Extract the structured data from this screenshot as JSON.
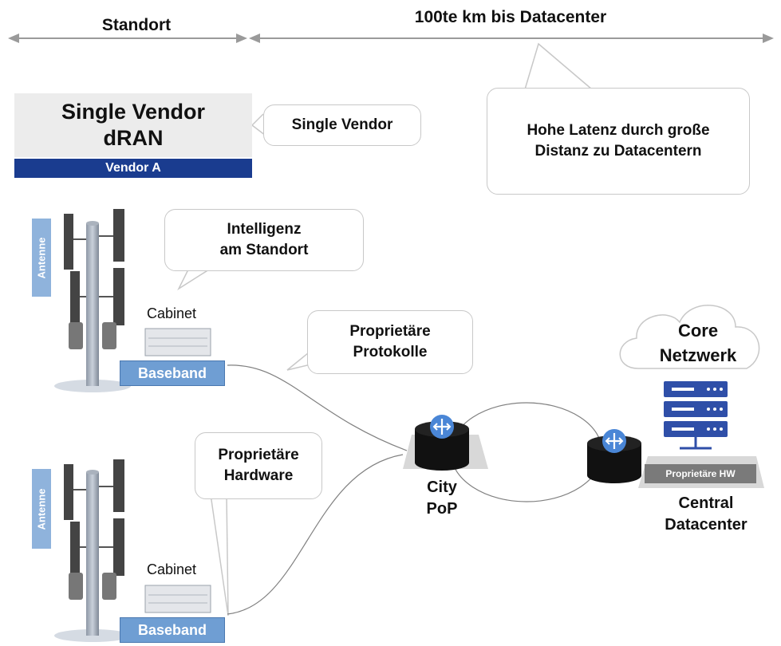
{
  "header": {
    "standort": "Standort",
    "distance": "100te km bis Datacenter"
  },
  "dran": {
    "line1": "Single Vendor",
    "line2": "dRAN",
    "vendor": "Vendor A"
  },
  "callouts": {
    "single_vendor": "Single Vendor",
    "latency_line1": "Hohe Latenz durch große",
    "latency_line2": "Distanz zu Datacentern",
    "intelligence_line1": "Intelligenz",
    "intelligence_line2": "am Standort",
    "protocols_line1": "Proprietäre",
    "protocols_line2": "Protokolle",
    "hardware_line1": "Proprietäre",
    "hardware_line2": "Hardware"
  },
  "sites": [
    {
      "antenna": "Antenne",
      "cabinet": "Cabinet",
      "baseband": "Baseband"
    },
    {
      "antenna": "Antenne",
      "cabinet": "Cabinet",
      "baseband": "Baseband"
    }
  ],
  "city_pop": {
    "line1": "City",
    "line2": "PoP"
  },
  "core": {
    "line1": "Core",
    "line2": "Netzwerk",
    "hw_label": "Proprietäre HW",
    "dc_line1": "Central",
    "dc_line2": "Datacenter"
  },
  "colors": {
    "vendor_bar": "#1a3c8f",
    "baseband": "#6f9ed3",
    "antenna_label": "#8fb3dc",
    "server": "#2f4fa8",
    "router": "#111111"
  }
}
